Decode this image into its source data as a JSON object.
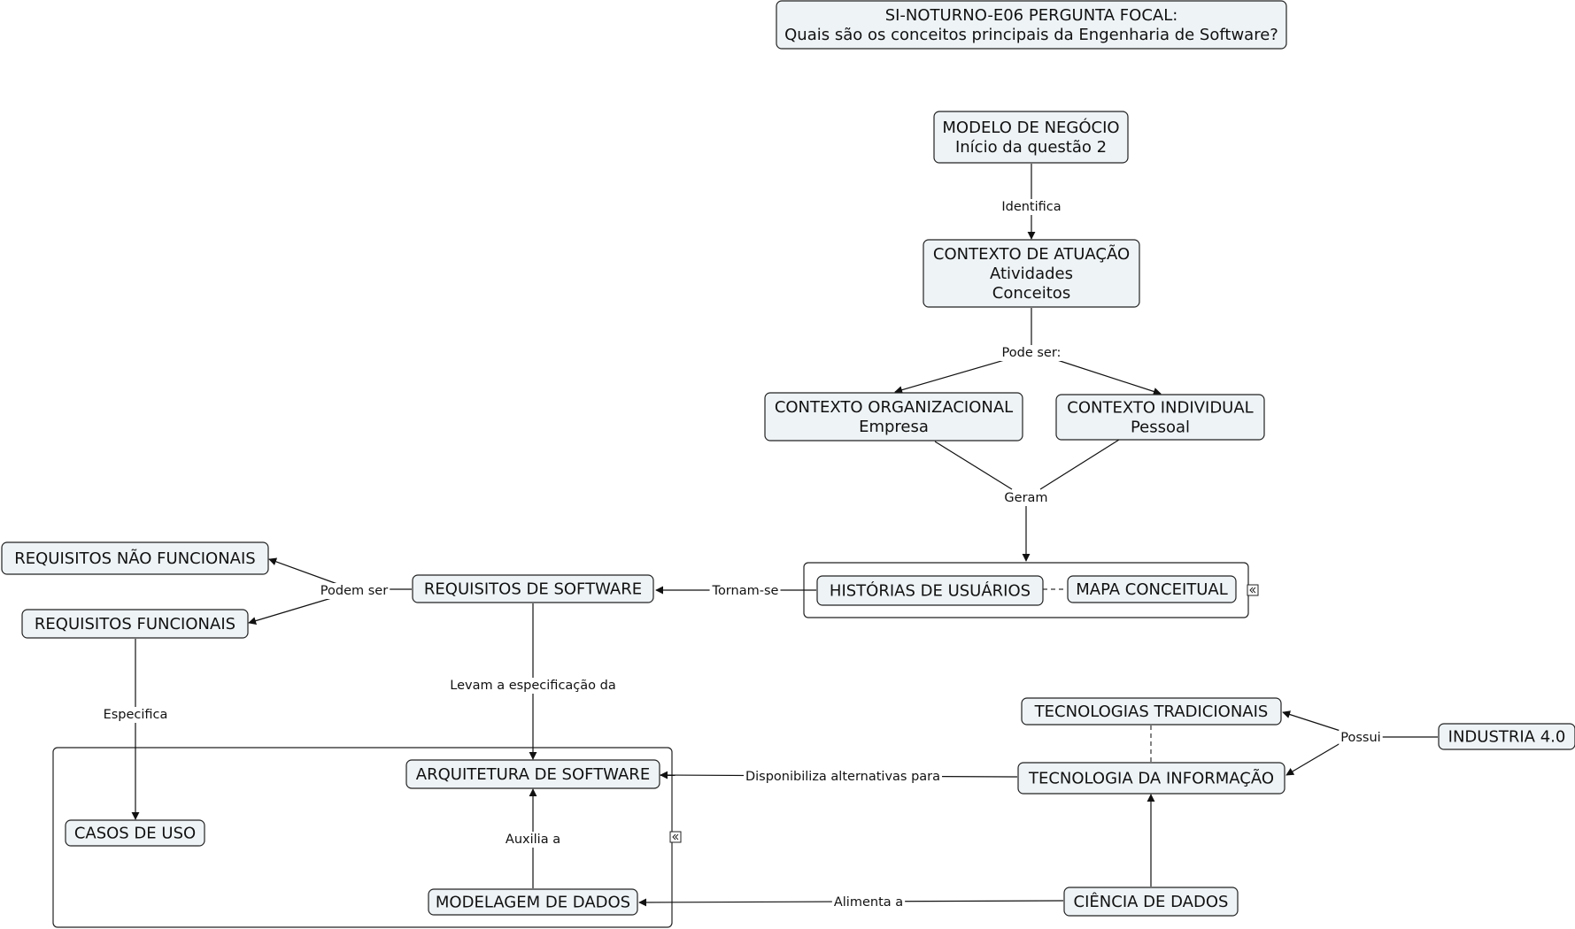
{
  "nodes": {
    "focal": [
      "SI-NOTURNO-E06 PERGUNTA FOCAL:",
      "Quais são os conceitos principais da Engenharia de Software?"
    ],
    "modelo": [
      "MODELO DE NEGÓCIO",
      "Início da questão 2"
    ],
    "contexto": [
      "CONTEXTO DE ATUAÇÃO",
      "Atividades",
      "Conceitos"
    ],
    "organizacional": [
      "CONTEXTO ORGANIZACIONAL",
      "Empresa"
    ],
    "individual": [
      "CONTEXTO INDIVIDUAL",
      "Pessoal"
    ],
    "historias": [
      "HISTÓRIAS DE USUÁRIOS"
    ],
    "mapa": [
      "MAPA CONCEITUAL"
    ],
    "requisitos_sw": [
      "REQUISITOS DE SOFTWARE"
    ],
    "req_nao_func": [
      "REQUISITOS NÃO FUNCIONAIS"
    ],
    "req_func": [
      "REQUISITOS FUNCIONAIS"
    ],
    "casos": [
      "CASOS DE USO"
    ],
    "arquitetura": [
      "ARQUITETURA DE SOFTWARE"
    ],
    "modelagem": [
      "MODELAGEM DE DADOS"
    ],
    "tec_trad": [
      "TECNOLOGIAS TRADICIONAIS"
    ],
    "tec_info": [
      "TECNOLOGIA DA INFORMAÇÃO"
    ],
    "industria": [
      "INDUSTRIA 4.0"
    ],
    "ciencia": [
      "CIÊNCIA DE DADOS"
    ]
  },
  "links": {
    "identifica": "Identifica",
    "pode_ser": "Pode ser:",
    "geram": "Geram",
    "tornam_se": "Tornam-se",
    "podem_ser": "Podem ser",
    "especifica": "Especifica",
    "levam": "Levam a especificação da",
    "auxilia": "Auxilia a",
    "disponibiliza": "Disponibiliza alternativas para",
    "alimenta": "Alimenta a",
    "possui": "Possui"
  },
  "colors": {
    "node_fill": "#eef3f6",
    "stroke": "#222222"
  }
}
